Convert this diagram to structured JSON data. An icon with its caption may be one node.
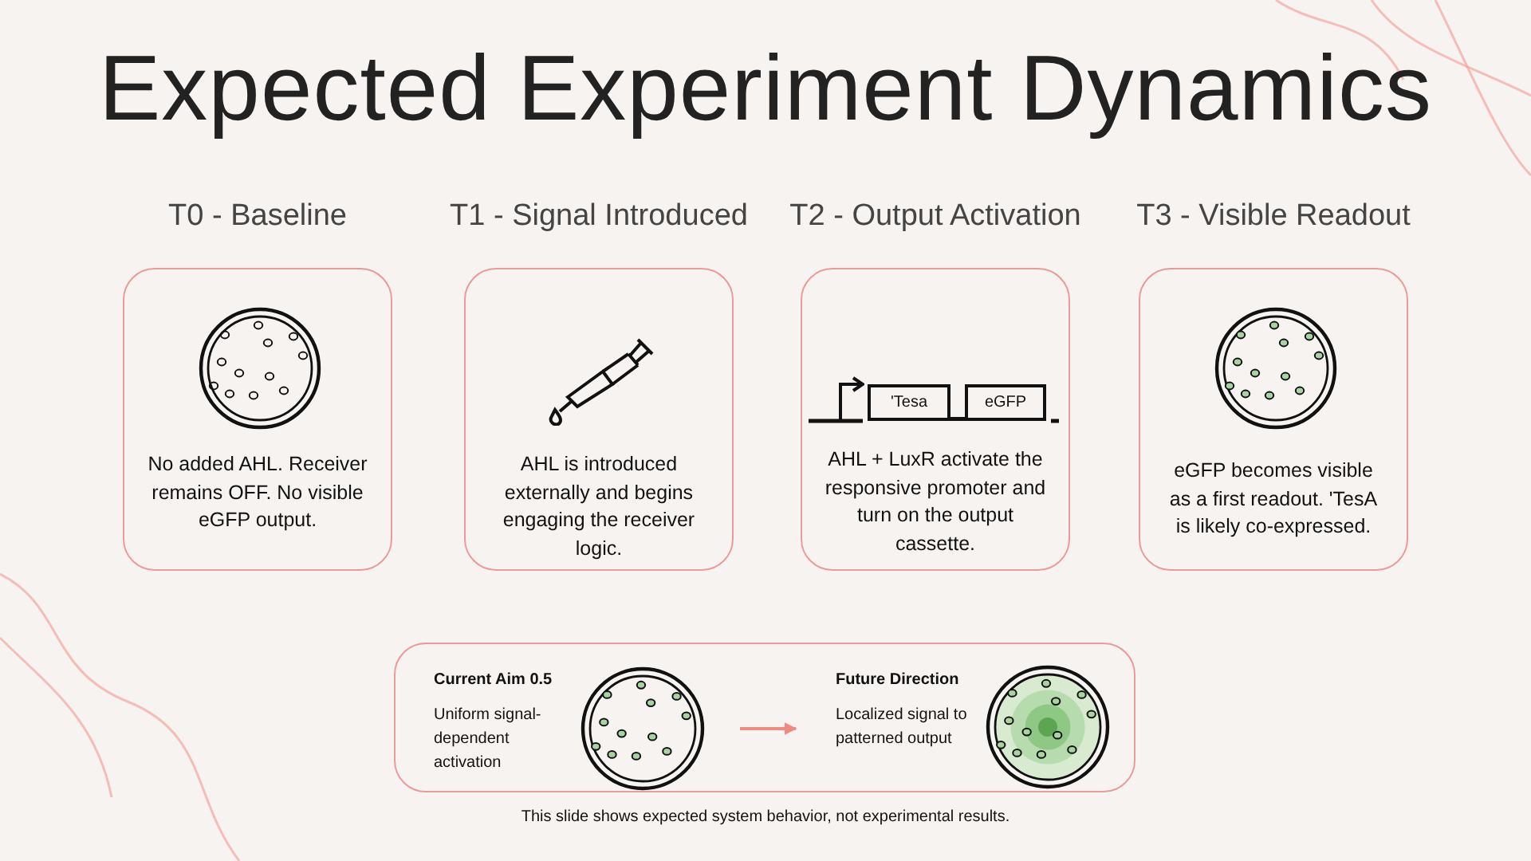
{
  "diagram": {
    "title": "Expected Experiment Dynamics",
    "nodes": [
      {
        "text": [
          "T0 - Baseline",
          "No added AHL. Receiver remains OFF. No visible eGFP output."
        ]
      },
      {
        "text": [
          "T1 - Signal Introduced",
          "AHL is introduced externally and begins engaging the receiver logic."
        ]
      },
      {
        "text": [
          "T2 - Output Activation",
          "AHL + LuxR activate the responsive promoter and turn on the output cassette."
        ]
      },
      {
        "text": [
          "'Tesa"
        ],
        "in": 2
      },
      {
        "text": [
          "eGFP"
        ],
        "in": 2
      },
      {
        "text": [
          "T3 - Visible Readout",
          "eGFP becomes visible as a first readout. 'TesA is likely co-expressed."
        ]
      },
      {
        "text": [],
        "shape": "box"
      },
      {
        "text": [
          "Current Aim 0.5",
          "Uniform signal-dependent activation"
        ],
        "in": 6
      },
      {
        "text": [],
        "shape": "picture",
        "in": 6
      },
      {
        "text": [
          "Future Direction",
          "Localized signal to patterned output"
        ],
        "in": 6
      },
      {
        "text": [],
        "shape": "picture",
        "in": 6
      }
    ],
    "edges": [
      {
        "from": 3,
        "to": 4,
        "arrow": "none"
      },
      {
        "from": 8,
        "to": 9,
        "arrow": "to",
        "color": "#f08a80"
      }
    ],
    "labels": [
      "This slide shows expected system behavior, not experimental results."
    ]
  }
}
